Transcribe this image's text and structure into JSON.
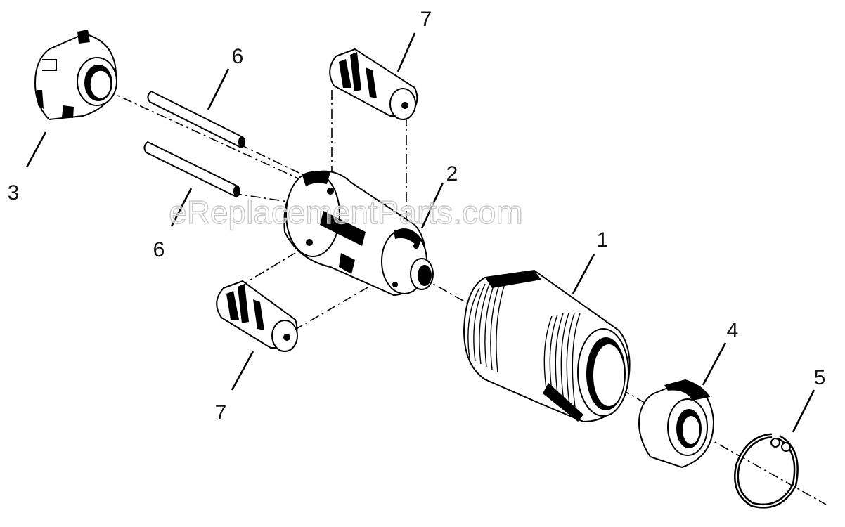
{
  "diagram": {
    "watermark": "eReplacementParts.com",
    "callouts": [
      {
        "id": "part-1",
        "label": "1"
      },
      {
        "id": "part-2",
        "label": "2"
      },
      {
        "id": "part-3",
        "label": "3"
      },
      {
        "id": "part-4",
        "label": "4"
      },
      {
        "id": "part-5",
        "label": "5"
      },
      {
        "id": "part-6-top",
        "label": "6"
      },
      {
        "id": "part-6-bottom",
        "label": "6"
      },
      {
        "id": "part-7-top",
        "label": "7"
      },
      {
        "id": "part-7-bottom",
        "label": "7"
      }
    ]
  }
}
